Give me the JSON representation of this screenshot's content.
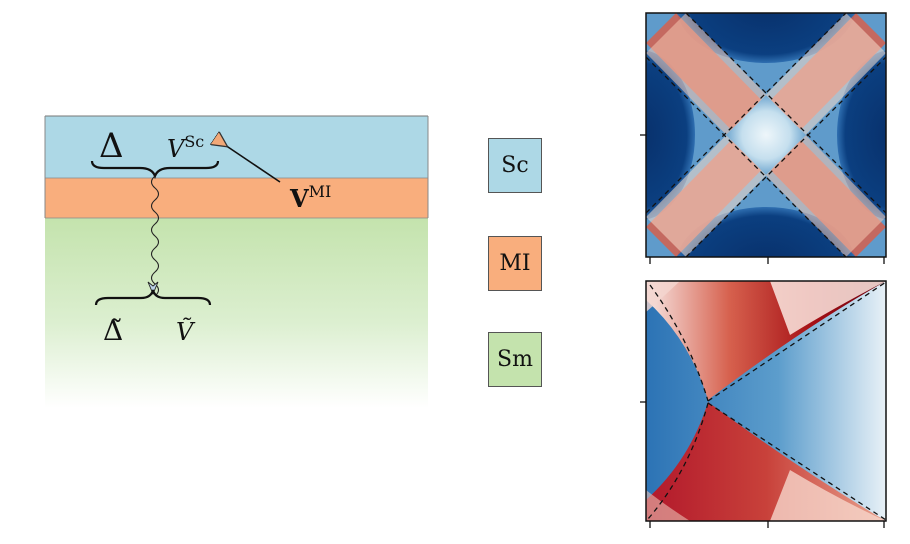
{
  "labels": {
    "delta": "Δ",
    "v": "V",
    "v_sup": "Sc",
    "vmi": "V",
    "vmi_sup": "MI",
    "delta_tilde": "Δ̃",
    "v_tilde": "Ṽ"
  },
  "legend": [
    {
      "label": "Sc",
      "color": "#add8e6"
    },
    {
      "label": "MI",
      "color": "#f9ae7d"
    },
    {
      "label": "Sm",
      "color": "#c4e3ad"
    }
  ],
  "colors": {
    "sc": "#add8e6",
    "mi": "#f9ae7d",
    "sm": "#c4e3ad",
    "arrow": "#f2a877",
    "heat_dark_blue": "#08306b",
    "heat_red": "#b2182b"
  }
}
